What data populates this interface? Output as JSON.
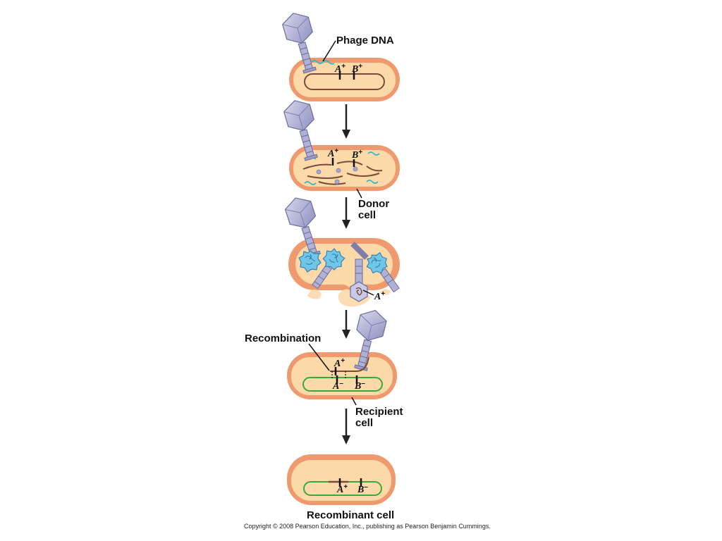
{
  "labels": {
    "phage_dna": "Phage DNA",
    "donor_cell_1": "Donor",
    "donor_cell_2": "cell",
    "recombination": "Recombination",
    "recipient_cell_1": "Recipient",
    "recipient_cell_2": "cell",
    "recombinant_cell": "Recombinant cell",
    "copyright": "Copyright © 2008 Pearson Education, Inc., publishing as Pearson Benjamin Cummings."
  },
  "genes": {
    "A": "A",
    "B": "B",
    "plus": "+",
    "minus": "–"
  },
  "colors": {
    "cell_outer": "#ee9a6e",
    "cell_inner": "#fbd9a8",
    "chromosome": "#7a4a36",
    "recipient_chromosome": "#3aa83a",
    "phage_dna": "#34b6c4",
    "phage_head": "#a6a7cf",
    "arrow": "#222222"
  }
}
